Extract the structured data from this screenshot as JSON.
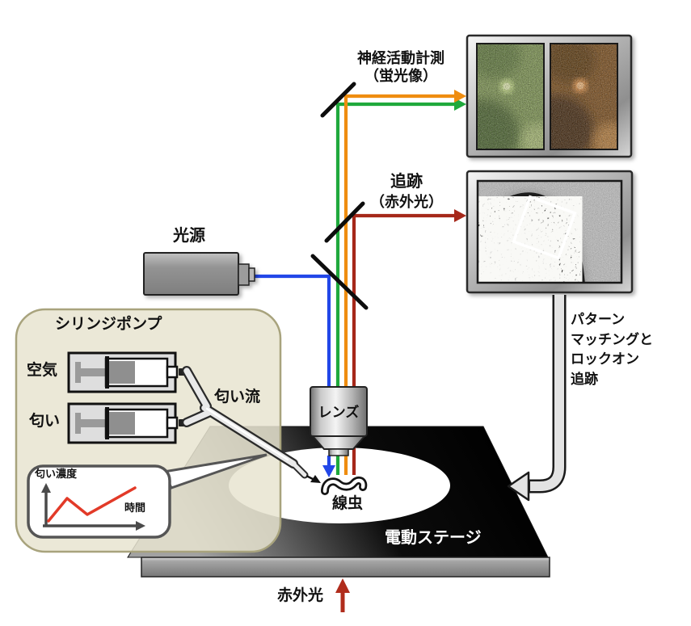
{
  "labels": {
    "fluorescence": {
      "line1": "神経活動計測",
      "line2": "（蛍光像）"
    },
    "tracking": {
      "line1": "追跡",
      "line2": "（赤外光）"
    },
    "light_source": "光源",
    "syringe_pump": "シリンジポンプ",
    "air": "空気",
    "odor": "匂い",
    "odor_flow": "匂い流",
    "lens": "レンズ",
    "nematode": "線虫",
    "stage": "電動ステージ",
    "infrared": "赤外光",
    "feedback": {
      "lines": [
        "パターン",
        "マッチングと",
        "ロックオン",
        "追跡"
      ]
    },
    "inset": {
      "y_label": "匂い濃度",
      "x_label": "時間"
    }
  },
  "colors": {
    "beam_blue": "#2247e8",
    "beam_green": "#1fa93c",
    "beam_orange": "#ef8d10",
    "beam_red": "#a6281a",
    "infrared_arrow": "#b02c1c",
    "inset_line": "#e23a28",
    "pump_box_fill": "rgba(231,228,208,0.85)",
    "pump_box_border": "#a8a37d",
    "stage_text": "#ffffff"
  },
  "inset_graph": {
    "type": "line",
    "description": "odor concentration over time (schematic)",
    "x_label": "時間",
    "y_label": "匂い濃度",
    "points_norm": [
      [
        0.05,
        0.12
      ],
      [
        0.25,
        0.72
      ],
      [
        0.46,
        0.3
      ],
      [
        0.95,
        0.98
      ]
    ],
    "points_svg": "60,645 83,617 108,637 167,604"
  }
}
